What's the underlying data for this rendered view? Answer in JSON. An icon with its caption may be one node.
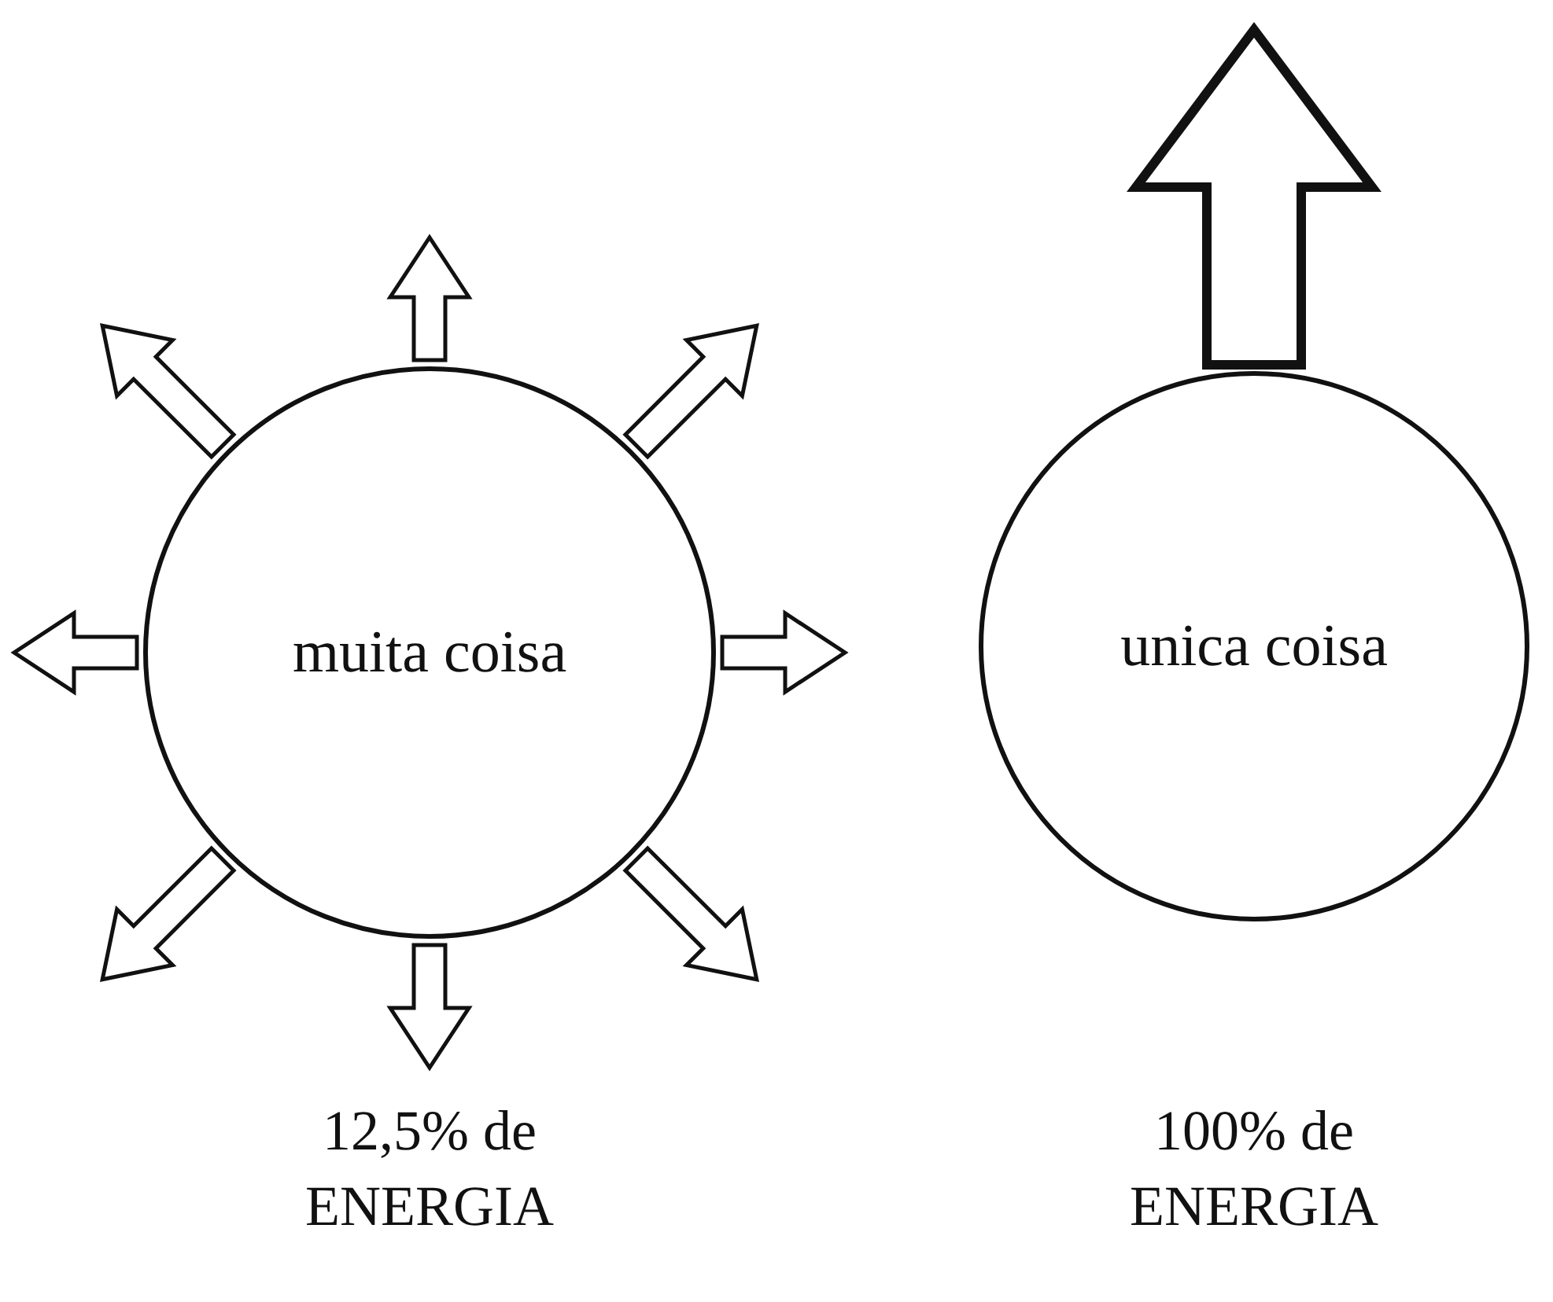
{
  "diagram": {
    "nodes": [
      {
        "text": [
          "muita coisa"
        ]
      },
      {
        "text": [
          "unica coisa"
        ]
      }
    ],
    "edges": [
      {
        "from": 0,
        "to": null,
        "arrow": "to"
      },
      {
        "from": 0,
        "to": null,
        "arrow": "to"
      },
      {
        "from": 0,
        "to": null,
        "arrow": "to"
      },
      {
        "from": 0,
        "to": null,
        "arrow": "to"
      },
      {
        "from": 0,
        "to": null,
        "arrow": "to"
      },
      {
        "from": 0,
        "to": null,
        "arrow": "to"
      },
      {
        "from": 0,
        "to": null,
        "arrow": "to"
      },
      {
        "from": 0,
        "to": null,
        "arrow": "to"
      },
      {
        "from": 1,
        "to": null,
        "arrow": "to",
        "style": "thick"
      }
    ],
    "labels": [
      "12,5% de ENERGIA",
      "100% de ENERGIA"
    ]
  }
}
